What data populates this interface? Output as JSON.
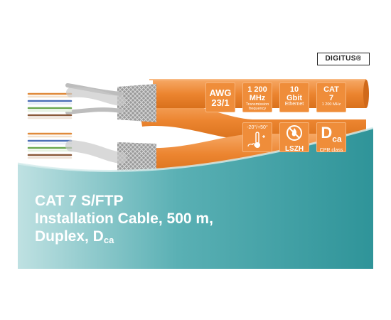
{
  "brand": {
    "logo_text": "DIGITUS®"
  },
  "badges": [
    {
      "id": "awg",
      "line1": "AWG",
      "line2": "23/1",
      "line3": ""
    },
    {
      "id": "mhz",
      "line1": "1 200",
      "line2": "MHz",
      "line3": "Transmission frequency"
    },
    {
      "id": "gbit",
      "line1": "10",
      "line2": "Gbit",
      "line3": "Ethernet"
    },
    {
      "id": "cat",
      "line1": "CAT",
      "line2": "7",
      "line3": "1 200 MHz"
    }
  ],
  "features": [
    {
      "id": "temperature",
      "label": "-20°/+50°"
    },
    {
      "id": "lszh",
      "label": "LSZH"
    },
    {
      "id": "cpr",
      "letter": "D",
      "subscript": "ca",
      "label": "CPR class"
    }
  ],
  "headline": {
    "line1": "CAT 7 S/FTP",
    "line2": "Installation Cable, 500 m,",
    "line3_prefix": "Duplex, D",
    "line3_sub": "ca"
  },
  "colors": {
    "cable_jacket": "#ef8d3a",
    "teal_band": "#3c9ea3",
    "teal_light": "#a9d6d8",
    "text_on_band": "#ffffff"
  }
}
